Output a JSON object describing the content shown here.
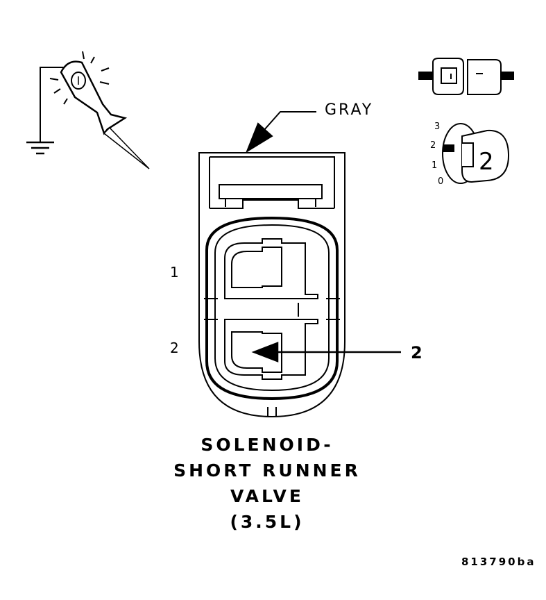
{
  "wire_color_label": "GRAY",
  "pin_labels": [
    "1",
    "2"
  ],
  "callout_number": "2",
  "probe_positions": [
    "3",
    "2",
    "1",
    "0"
  ],
  "probe_tip_number": "2",
  "title_lines": [
    "SOLENOID-",
    "SHORT RUNNER",
    "VALVE",
    "(3.5L)"
  ],
  "figure_code": "813790ba",
  "icons": [
    "test-light-icon",
    "ground-symbol-icon",
    "probe-connector-icon",
    "probe-tip-icon"
  ]
}
